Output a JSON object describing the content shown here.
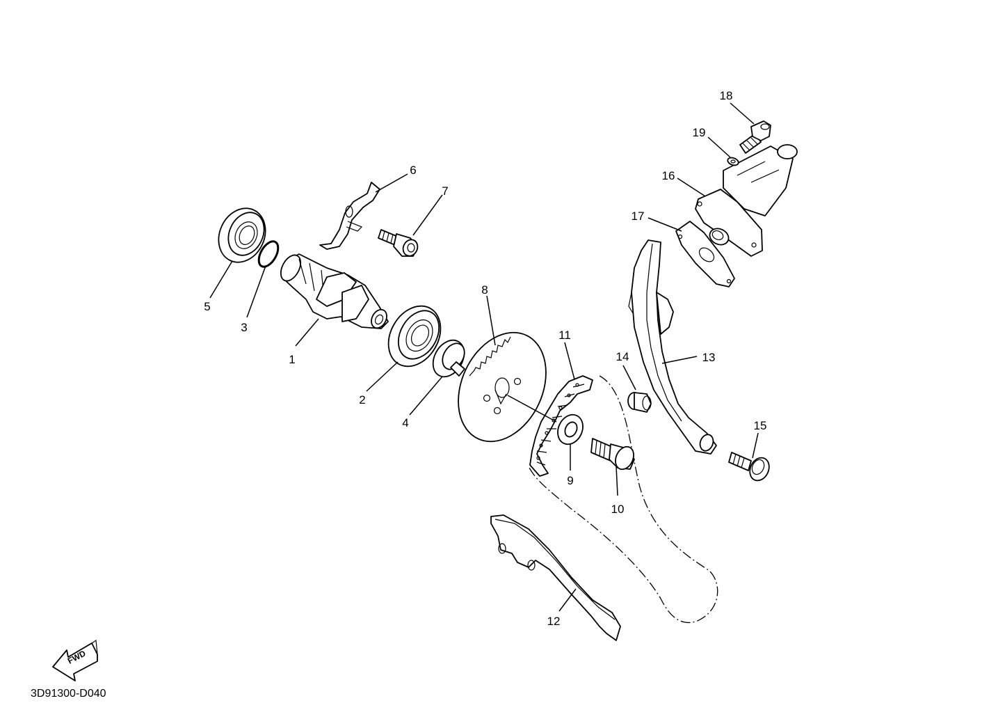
{
  "callouts": [
    {
      "id": "1",
      "label": "1"
    },
    {
      "id": "2",
      "label": "2"
    },
    {
      "id": "3",
      "label": "3"
    },
    {
      "id": "4",
      "label": "4"
    },
    {
      "id": "5",
      "label": "5"
    },
    {
      "id": "6",
      "label": "6"
    },
    {
      "id": "7",
      "label": "7"
    },
    {
      "id": "8",
      "label": "8"
    },
    {
      "id": "9",
      "label": "9"
    },
    {
      "id": "10",
      "label": "10"
    },
    {
      "id": "11",
      "label": "11"
    },
    {
      "id": "12",
      "label": "12"
    },
    {
      "id": "13",
      "label": "13"
    },
    {
      "id": "14",
      "label": "14"
    },
    {
      "id": "15",
      "label": "15"
    },
    {
      "id": "16",
      "label": "16"
    },
    {
      "id": "17",
      "label": "17"
    },
    {
      "id": "18",
      "label": "18"
    },
    {
      "id": "19",
      "label": "19"
    }
  ],
  "direction_indicator": {
    "label": "FWD",
    "icon": "arrow-left-down-icon"
  },
  "diagram_code": "3D91300-D040",
  "colors": {
    "line": "#000000",
    "background": "#ffffff"
  }
}
